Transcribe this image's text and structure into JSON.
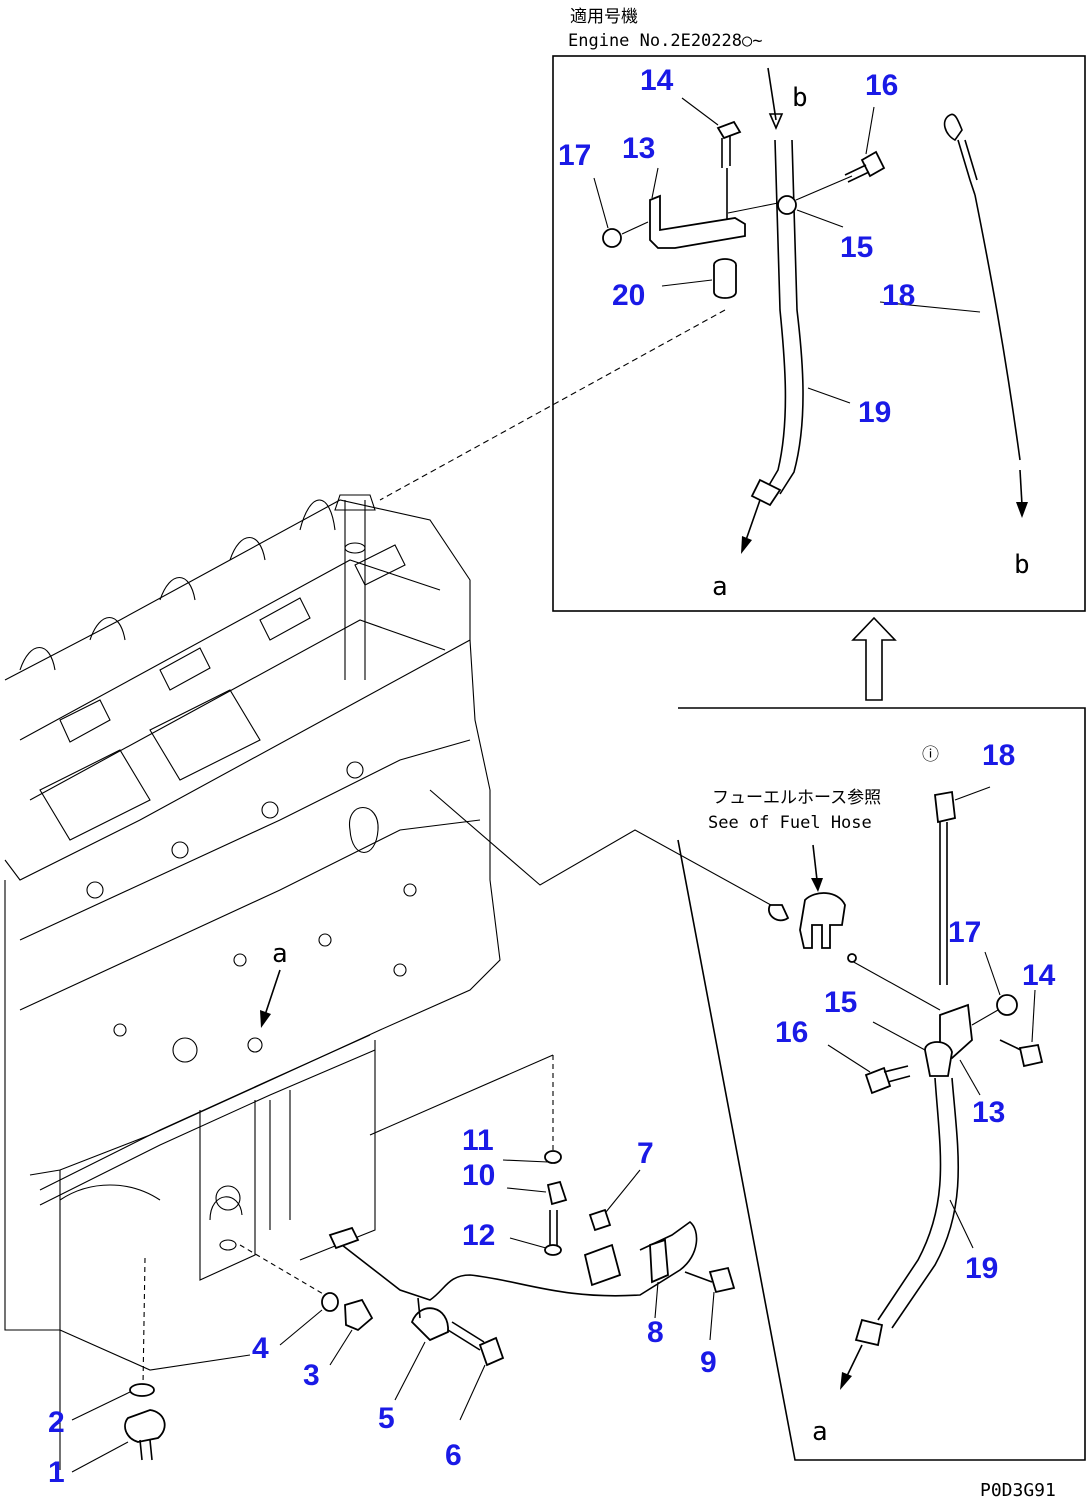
{
  "header": {
    "applicable_ja": "適用号機",
    "engine_no": "Engine No.2E20228○~"
  },
  "notes": {
    "fuel_hose_ja": "フューエルホース参照",
    "fuel_hose_en": "See of Fuel Hose"
  },
  "letters": {
    "a": "a",
    "b": "b",
    "circled": "ⓘ"
  },
  "code": "P0D3G91",
  "callouts": [
    "1",
    "2",
    "3",
    "4",
    "5",
    "6",
    "7",
    "8",
    "9",
    "10",
    "11",
    "12",
    "13",
    "14",
    "15",
    "16",
    "17",
    "18",
    "19",
    "20"
  ]
}
